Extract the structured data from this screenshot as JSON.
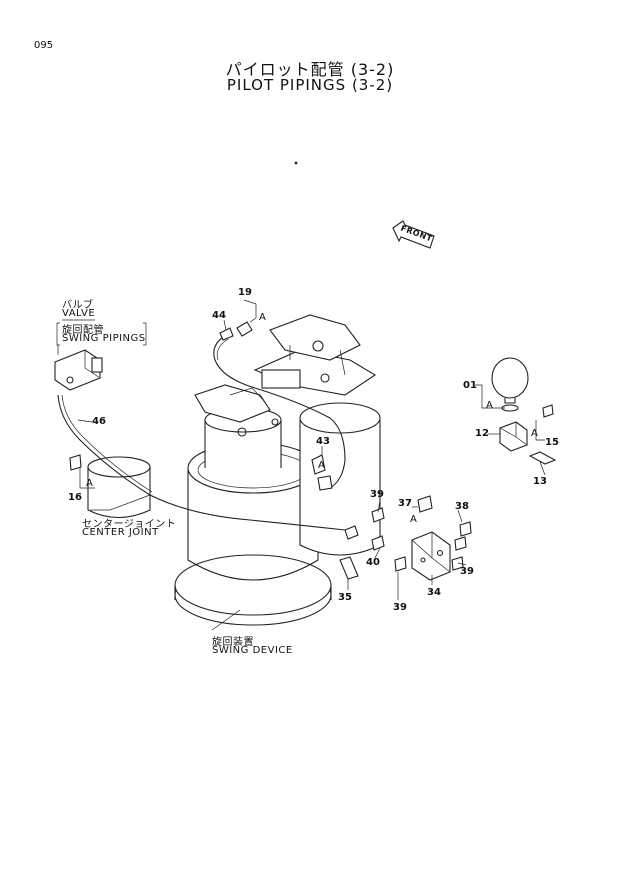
{
  "header": {
    "page_number": "095",
    "title_jp": "パイロット配管 (3-2)",
    "title_en": "PILOT PIPINGS (3-2)"
  },
  "labels": {
    "valve_jp": "バルブ",
    "valve_en": "VALVE",
    "swing_pipings_jp": "旋回配管",
    "swing_pipings_en": "SWING PIPINGS",
    "center_joint_jp": "センタージョイント",
    "center_joint_en": "CENTER JOINT",
    "swing_device_jp": "旋回装置",
    "swing_device_en": "SWING DEVICE",
    "front": "FRONT"
  },
  "parts": {
    "p01": "01",
    "p12": "12",
    "p13": "13",
    "p15": "15",
    "p16": "16",
    "p19": "19",
    "p34": "34",
    "p35": "35",
    "p37": "37",
    "p38": "38",
    "p39a": "39",
    "p39b": "39",
    "p39c": "39",
    "p40": "40",
    "p43": "43",
    "p44": "44",
    "p46": "46",
    "a_marks": [
      "A",
      "A",
      "A",
      "A",
      "A",
      "A"
    ]
  }
}
